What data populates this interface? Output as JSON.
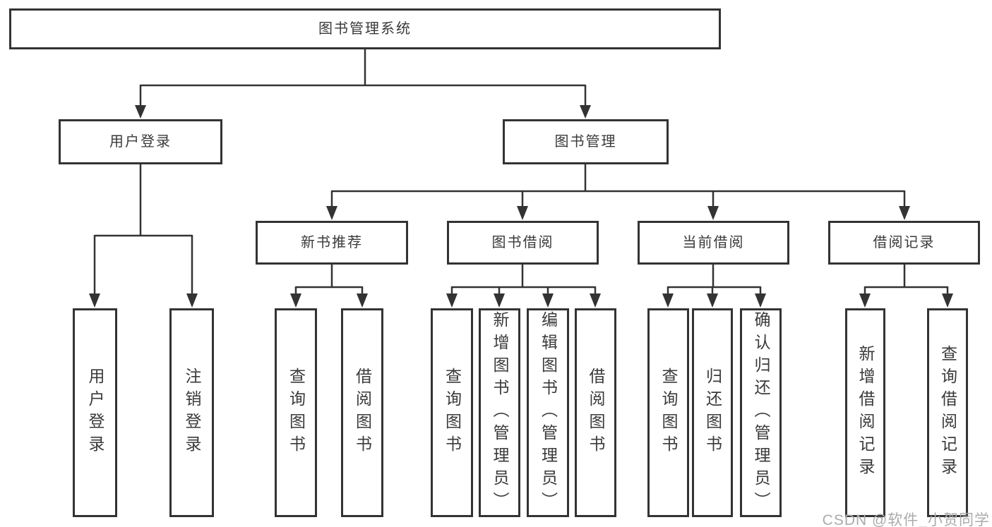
{
  "tree": {
    "label": "图书管理系统",
    "children": [
      {
        "label": "用户登录",
        "children": [
          {
            "label": "用户登录"
          },
          {
            "label": "注销登录"
          }
        ]
      },
      {
        "label": "图书管理",
        "children": [
          {
            "label": "新书推荐",
            "children": [
              {
                "label": "查询图书"
              },
              {
                "label": "借阅图书"
              }
            ]
          },
          {
            "label": "图书借阅",
            "children": [
              {
                "label": "查询图书"
              },
              {
                "label": "新增图书（管理员）"
              },
              {
                "label": "编辑图书（管理员）"
              },
              {
                "label": "借阅图书"
              }
            ]
          },
          {
            "label": "当前借阅",
            "children": [
              {
                "label": "查询图书"
              },
              {
                "label": "归还图书"
              },
              {
                "label": "确认归还（管理员）"
              }
            ]
          },
          {
            "label": "借阅记录",
            "children": [
              {
                "label": "新增借阅记录"
              },
              {
                "label": "查询借阅记录"
              }
            ]
          }
        ]
      }
    ]
  },
  "watermark": {
    "text": "CSDN @软件_小贺同学"
  },
  "colors": {
    "line": "#333333",
    "box_border": "#333333",
    "text": "#3a3a3a",
    "watermark": "#ababab",
    "background": "#ffffff"
  }
}
